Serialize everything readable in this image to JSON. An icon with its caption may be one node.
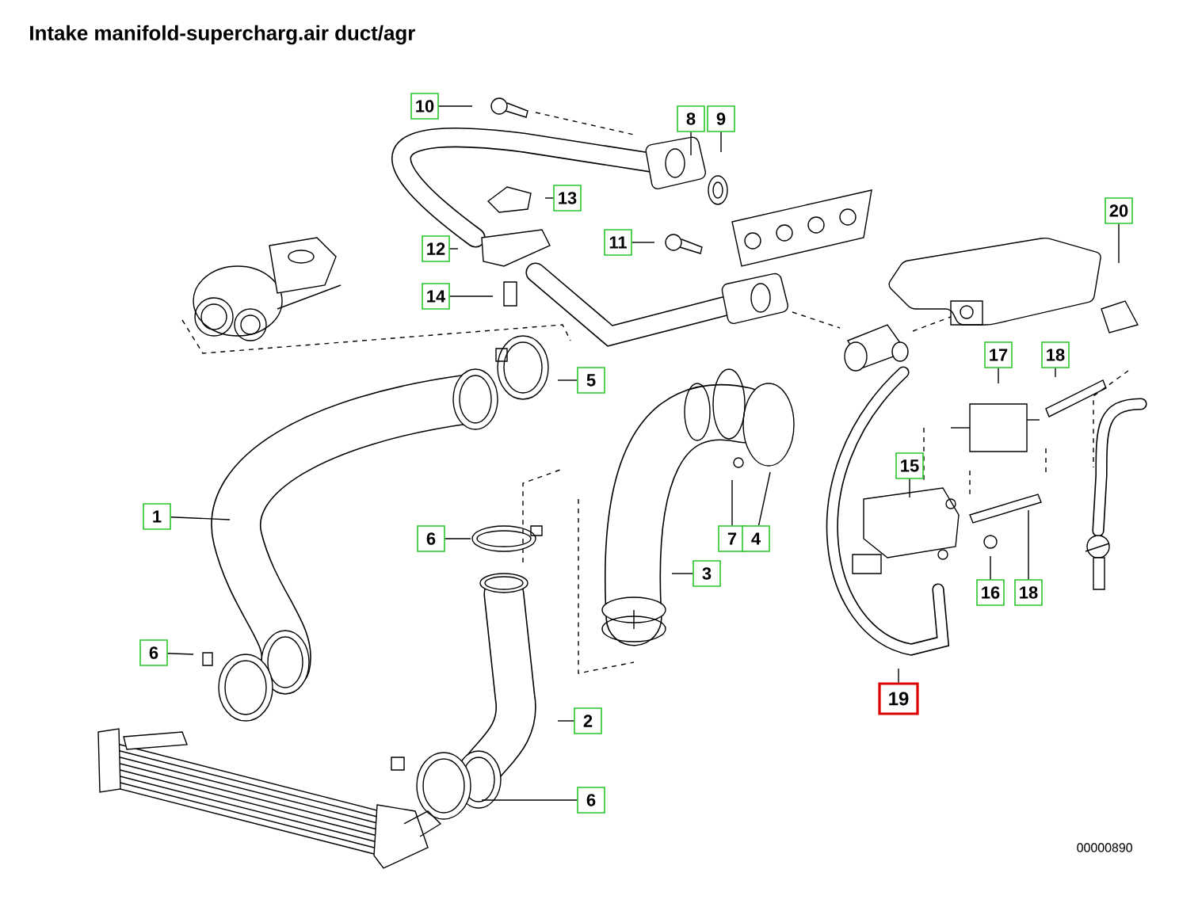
{
  "diagram": {
    "title": "Intake manifold-supercharg.air duct/agr",
    "nodes": [
      {
        "text": [
          "10"
        ]
      },
      {
        "text": [
          "8"
        ]
      },
      {
        "text": [
          "9"
        ]
      },
      {
        "text": [
          "13"
        ]
      },
      {
        "text": [
          "20"
        ]
      },
      {
        "text": [
          "12"
        ]
      },
      {
        "text": [
          "11"
        ]
      },
      {
        "text": [
          "14"
        ]
      },
      {
        "text": [
          "5"
        ]
      },
      {
        "text": [
          "17"
        ]
      },
      {
        "text": [
          "18"
        ]
      },
      {
        "text": [
          "15"
        ]
      },
      {
        "text": [
          "1"
        ]
      },
      {
        "text": [
          "6"
        ]
      },
      {
        "text": [
          "7"
        ]
      },
      {
        "text": [
          "4"
        ]
      },
      {
        "text": [
          "3"
        ]
      },
      {
        "text": [
          "16"
        ]
      },
      {
        "text": [
          "18"
        ]
      },
      {
        "text": [
          "6"
        ]
      },
      {
        "text": [
          "19"
        ]
      },
      {
        "text": [
          "2"
        ]
      },
      {
        "text": [
          "6"
        ]
      }
    ],
    "edges": [
      {
        "from": 0,
        "to": null,
        "arrow": "none"
      },
      {
        "from": 1,
        "to": null,
        "arrow": "none"
      },
      {
        "from": 2,
        "to": null,
        "arrow": "none"
      },
      {
        "from": 3,
        "to": null,
        "arrow": "none"
      },
      {
        "from": 4,
        "to": null,
        "arrow": "none"
      },
      {
        "from": 5,
        "to": null,
        "arrow": "none"
      },
      {
        "from": 6,
        "to": null,
        "arrow": "none"
      },
      {
        "from": 7,
        "to": null,
        "arrow": "none"
      },
      {
        "from": 8,
        "to": null,
        "arrow": "none"
      },
      {
        "from": 9,
        "to": null,
        "arrow": "none"
      },
      {
        "from": 10,
        "to": null,
        "arrow": "none"
      },
      {
        "from": 11,
        "to": null,
        "arrow": "none"
      },
      {
        "from": 12,
        "to": null,
        "arrow": "none"
      },
      {
        "from": 13,
        "to": null,
        "arrow": "none"
      },
      {
        "from": 14,
        "to": null,
        "arrow": "none"
      },
      {
        "from": 15,
        "to": null,
        "arrow": "none"
      },
      {
        "from": 16,
        "to": null,
        "arrow": "none"
      },
      {
        "from": 17,
        "to": null,
        "arrow": "none"
      },
      {
        "from": 18,
        "to": null,
        "arrow": "none"
      },
      {
        "from": 19,
        "to": null,
        "arrow": "none"
      },
      {
        "from": 20,
        "to": null,
        "arrow": "none"
      },
      {
        "from": 21,
        "to": null,
        "arrow": "none"
      },
      {
        "from": 22,
        "to": null,
        "arrow": "none"
      }
    ],
    "labels": [
      "00000890"
    ]
  }
}
